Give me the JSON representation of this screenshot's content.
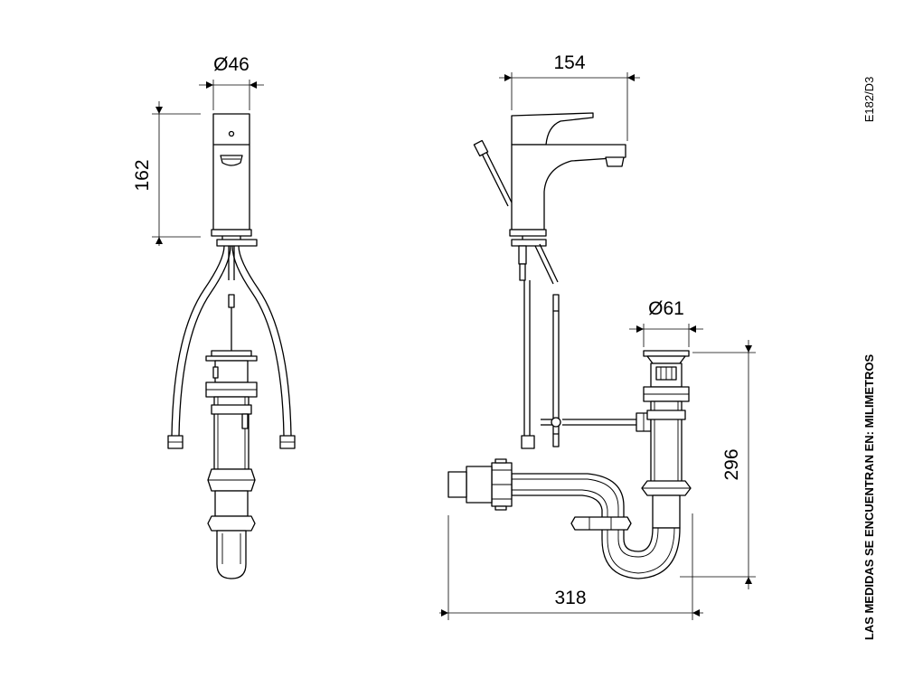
{
  "dimensions": {
    "front_diameter": "Ø46",
    "front_height": "162",
    "side_projection": "154",
    "drain_diameter": "Ø61",
    "trap_height": "296",
    "trap_width": "318"
  },
  "drawing_code": "E182/D3",
  "units_note": "LAS MEDIDAS SE ENCUENTRAN EN: MILIMETROS"
}
